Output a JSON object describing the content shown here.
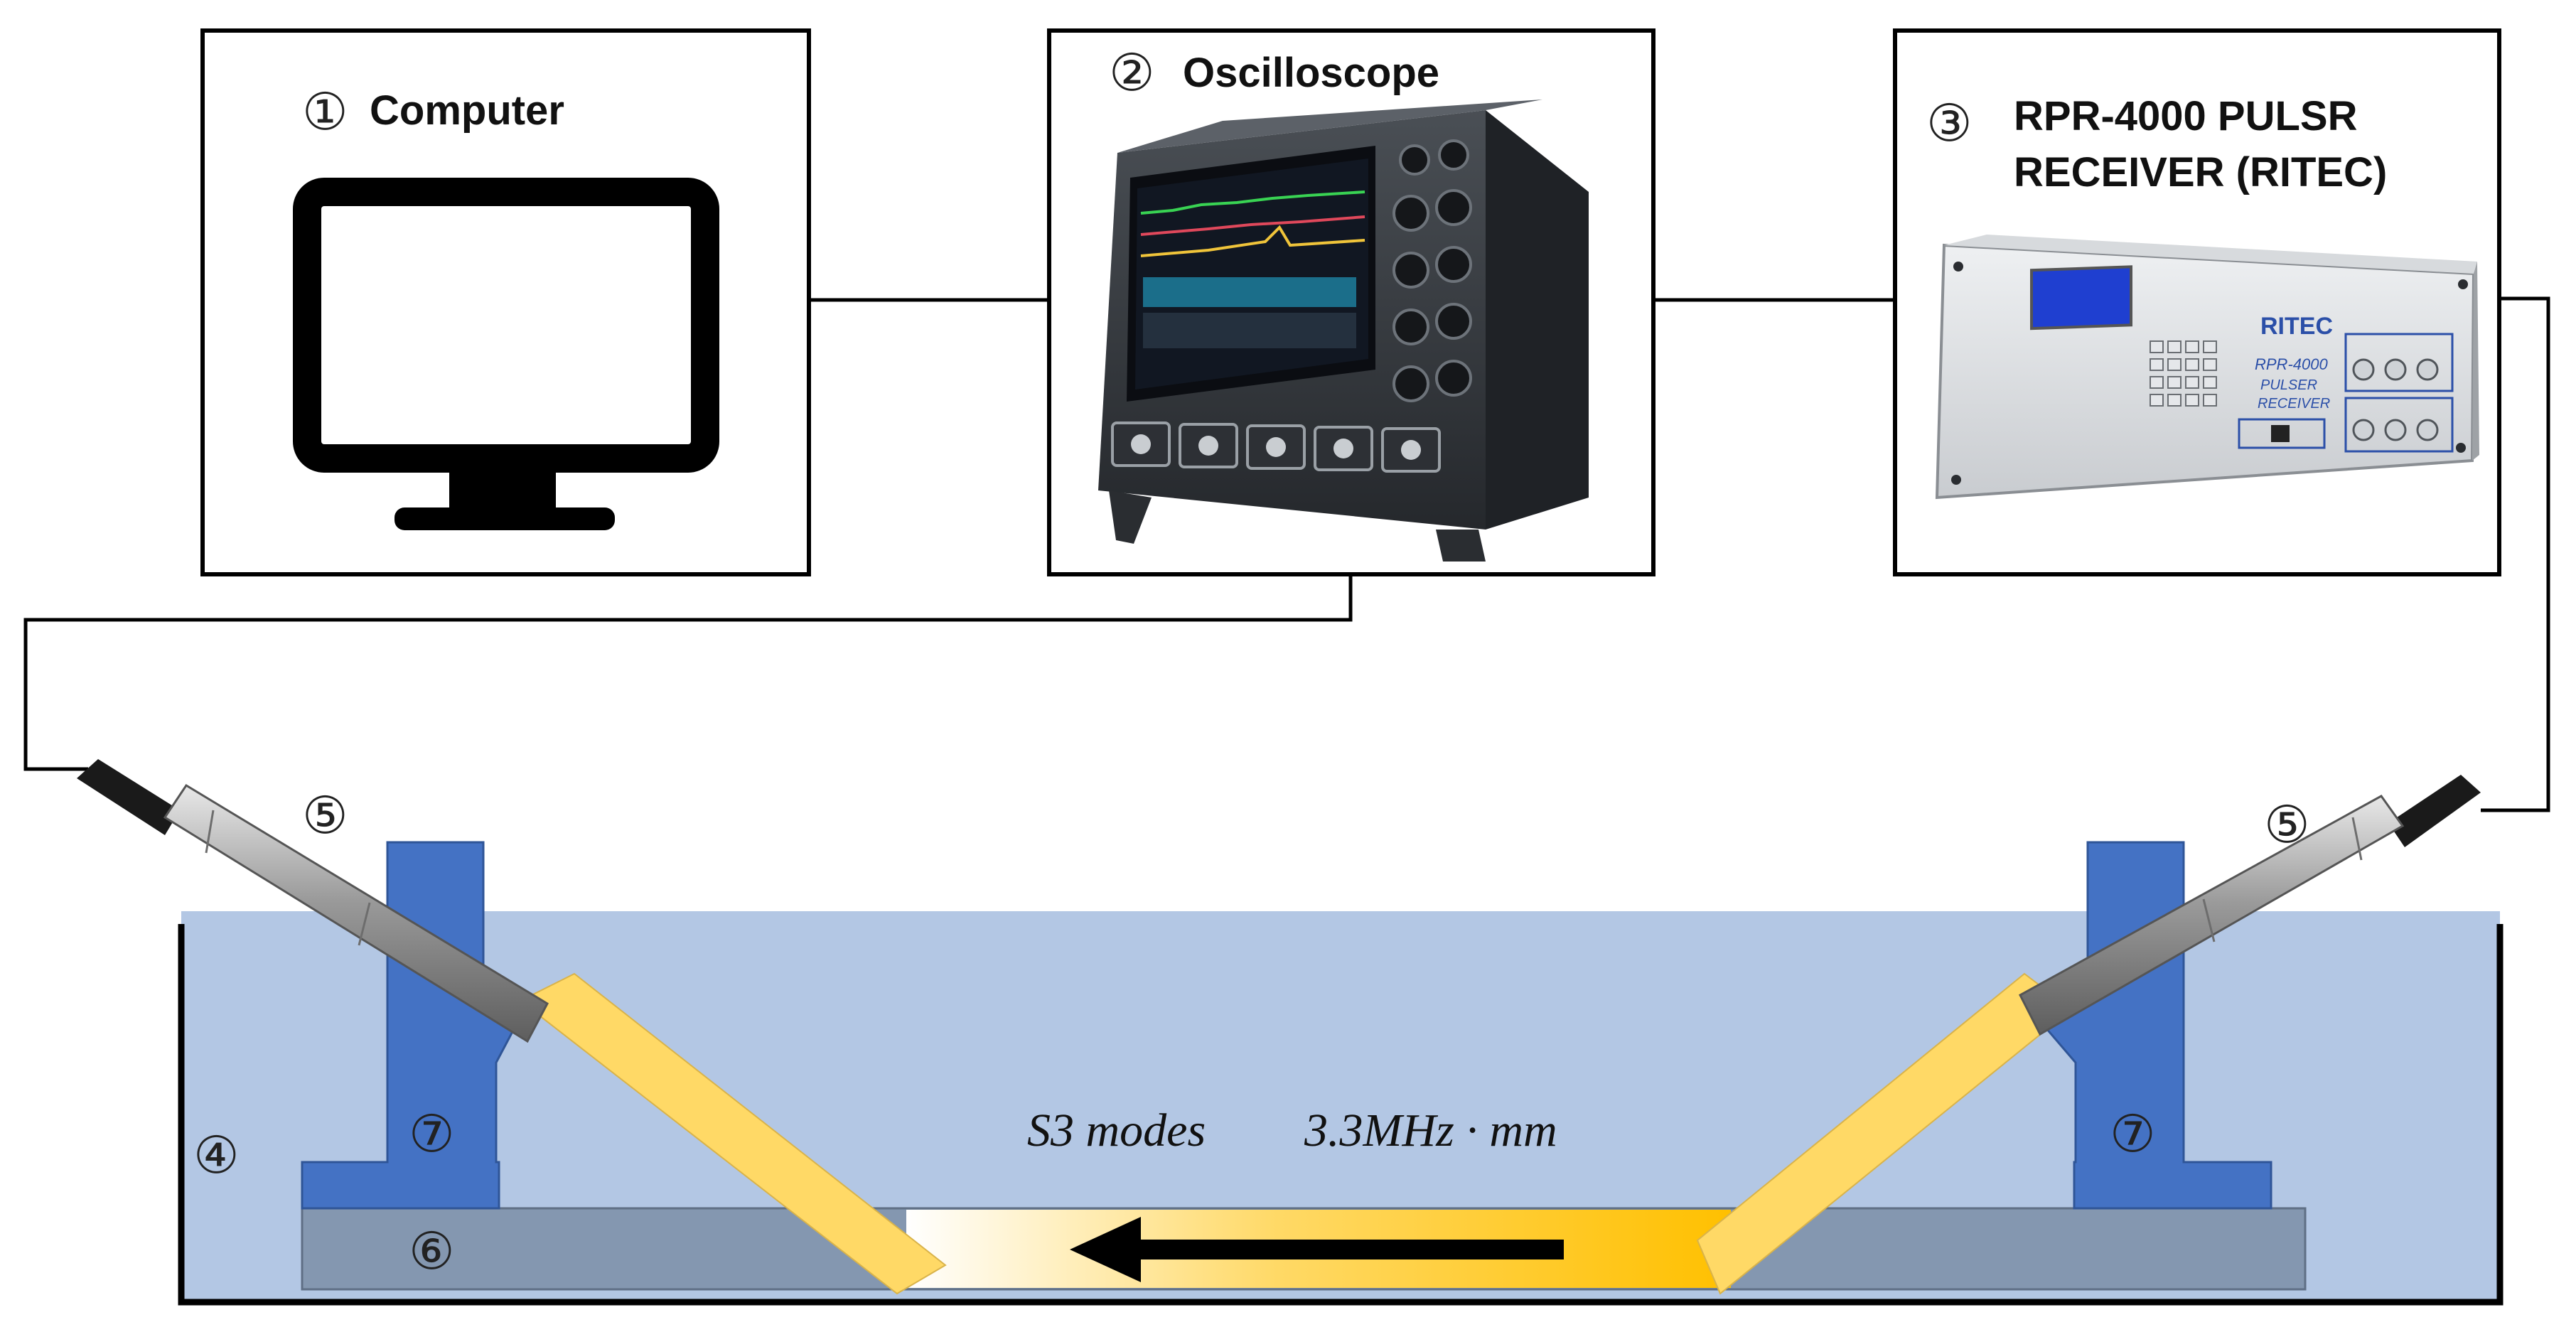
{
  "equipment": {
    "computer": {
      "number": "①",
      "label": "Computer"
    },
    "oscilloscope": {
      "number": "②",
      "label": "Oscilloscope"
    },
    "pulser": {
      "number": "③",
      "label_line1": "RPR-4000 PULSR",
      "label_line2": "RECEIVER (RITEC)",
      "panel_brand": "RITEC",
      "panel_model": "RPR-4000",
      "panel_line2": "PULSER",
      "panel_line3": "RECEIVER"
    }
  },
  "setup": {
    "water_tank_number": "④",
    "transducer_left_number": "⑤",
    "transducer_right_number": "⑤",
    "specimen_number": "⑥",
    "wedge_left_number": "⑦",
    "wedge_right_number": "⑦",
    "mode_label": "S3 modes",
    "frequency_thickness": "3.3MHz · mm"
  },
  "colors": {
    "water": "#b3c7e4",
    "wedge": "#4472c4",
    "specimen": "#8497b0",
    "beam": "#ffd966",
    "wave_orange": "#ffc000",
    "line": "#000000"
  }
}
